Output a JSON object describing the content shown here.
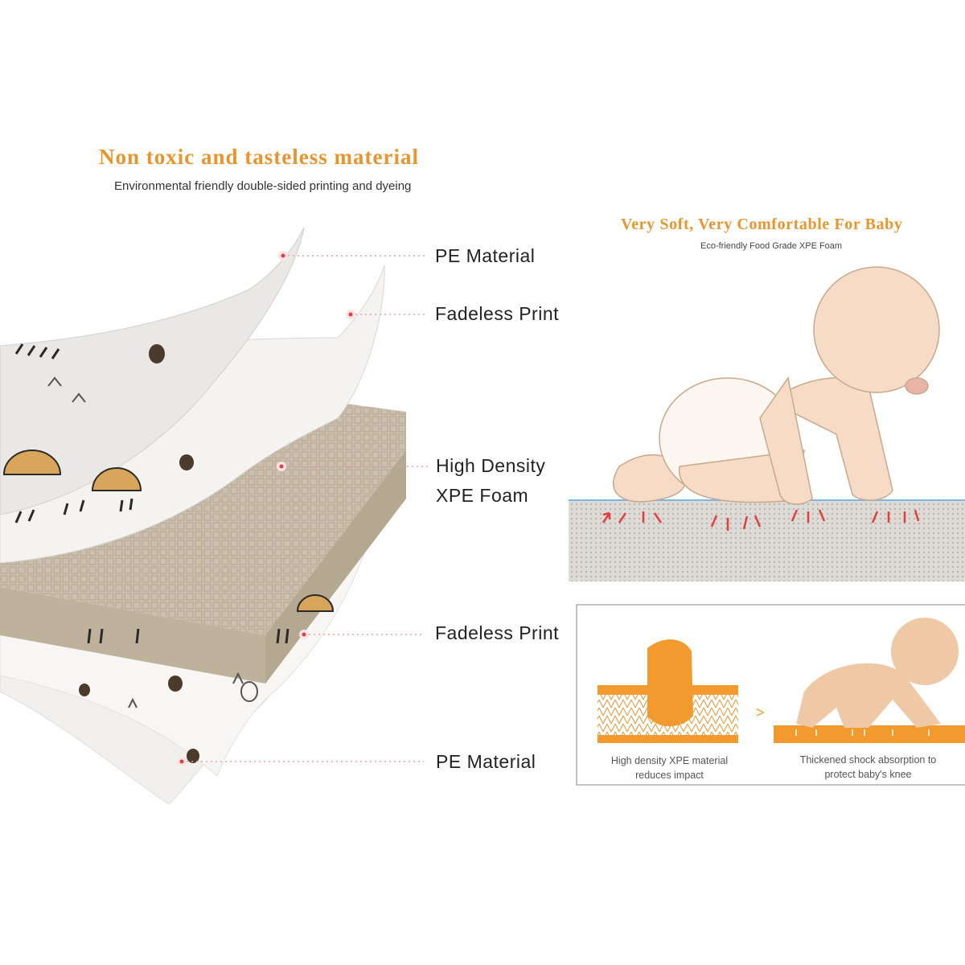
{
  "left": {
    "title": "Non toxic and tasteless material",
    "subtitle": "Environmental friendly double-sided printing and dyeing",
    "layers": [
      {
        "label": "PE Material"
      },
      {
        "label": "Fadeless Print"
      },
      {
        "label_line1": "High Density",
        "label_line2": "XPE Foam"
      },
      {
        "label": "Fadeless Print"
      },
      {
        "label": "PE Material"
      }
    ]
  },
  "right": {
    "title": "Very Soft, Very Comfortable For Baby",
    "subtitle": "Eco-friendly Food Grade XPE Foam",
    "panel": {
      "caption_left": [
        "High density XPE material",
        "reduces impact"
      ],
      "caption_right": [
        "Thickened shock absorption to",
        "protect baby's knee"
      ]
    }
  },
  "colors": {
    "accent": "#e8952e",
    "foam": "#c9bdaa",
    "mat": "#f3f2ef",
    "skin": "#f6dcc6",
    "pointer": "#e04040"
  }
}
